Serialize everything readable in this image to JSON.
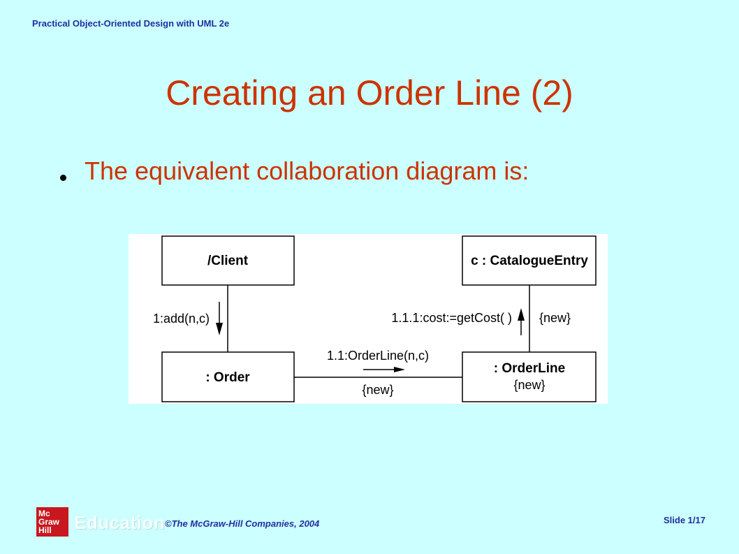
{
  "header": {
    "book_title": "Practical Object-Oriented Design with UML 2e"
  },
  "slide": {
    "title": "Creating an Order Line (2)",
    "bullets": [
      {
        "text": "The equivalent collaboration diagram is:"
      }
    ]
  },
  "diagram": {
    "objects": [
      {
        "id": "client",
        "label": "/Client"
      },
      {
        "id": "catalogue_entry",
        "label": "c : CatalogueEntry"
      },
      {
        "id": "order",
        "label": ": Order"
      },
      {
        "id": "order_line",
        "label": ": OrderLine",
        "constraint": "{new}"
      }
    ],
    "links": [
      {
        "from": "client",
        "to": "order",
        "message": "1:add(n,c)",
        "direction": "down"
      },
      {
        "from": "order",
        "to": "order_line",
        "message": "1.1:OrderLine(n,c)",
        "constraint": "{new}",
        "direction": "right"
      },
      {
        "from": "order_line",
        "to": "catalogue_entry",
        "message": "1.1.1:cost:=getCost( )",
        "constraint": "{new}",
        "direction": "up"
      }
    ]
  },
  "footer": {
    "logo_lines": [
      "Mc",
      "Graw",
      "Hill"
    ],
    "brand": "Education",
    "copyright": "©The McGraw-Hill Companies, 2004",
    "slide_number": "Slide 1/17"
  }
}
